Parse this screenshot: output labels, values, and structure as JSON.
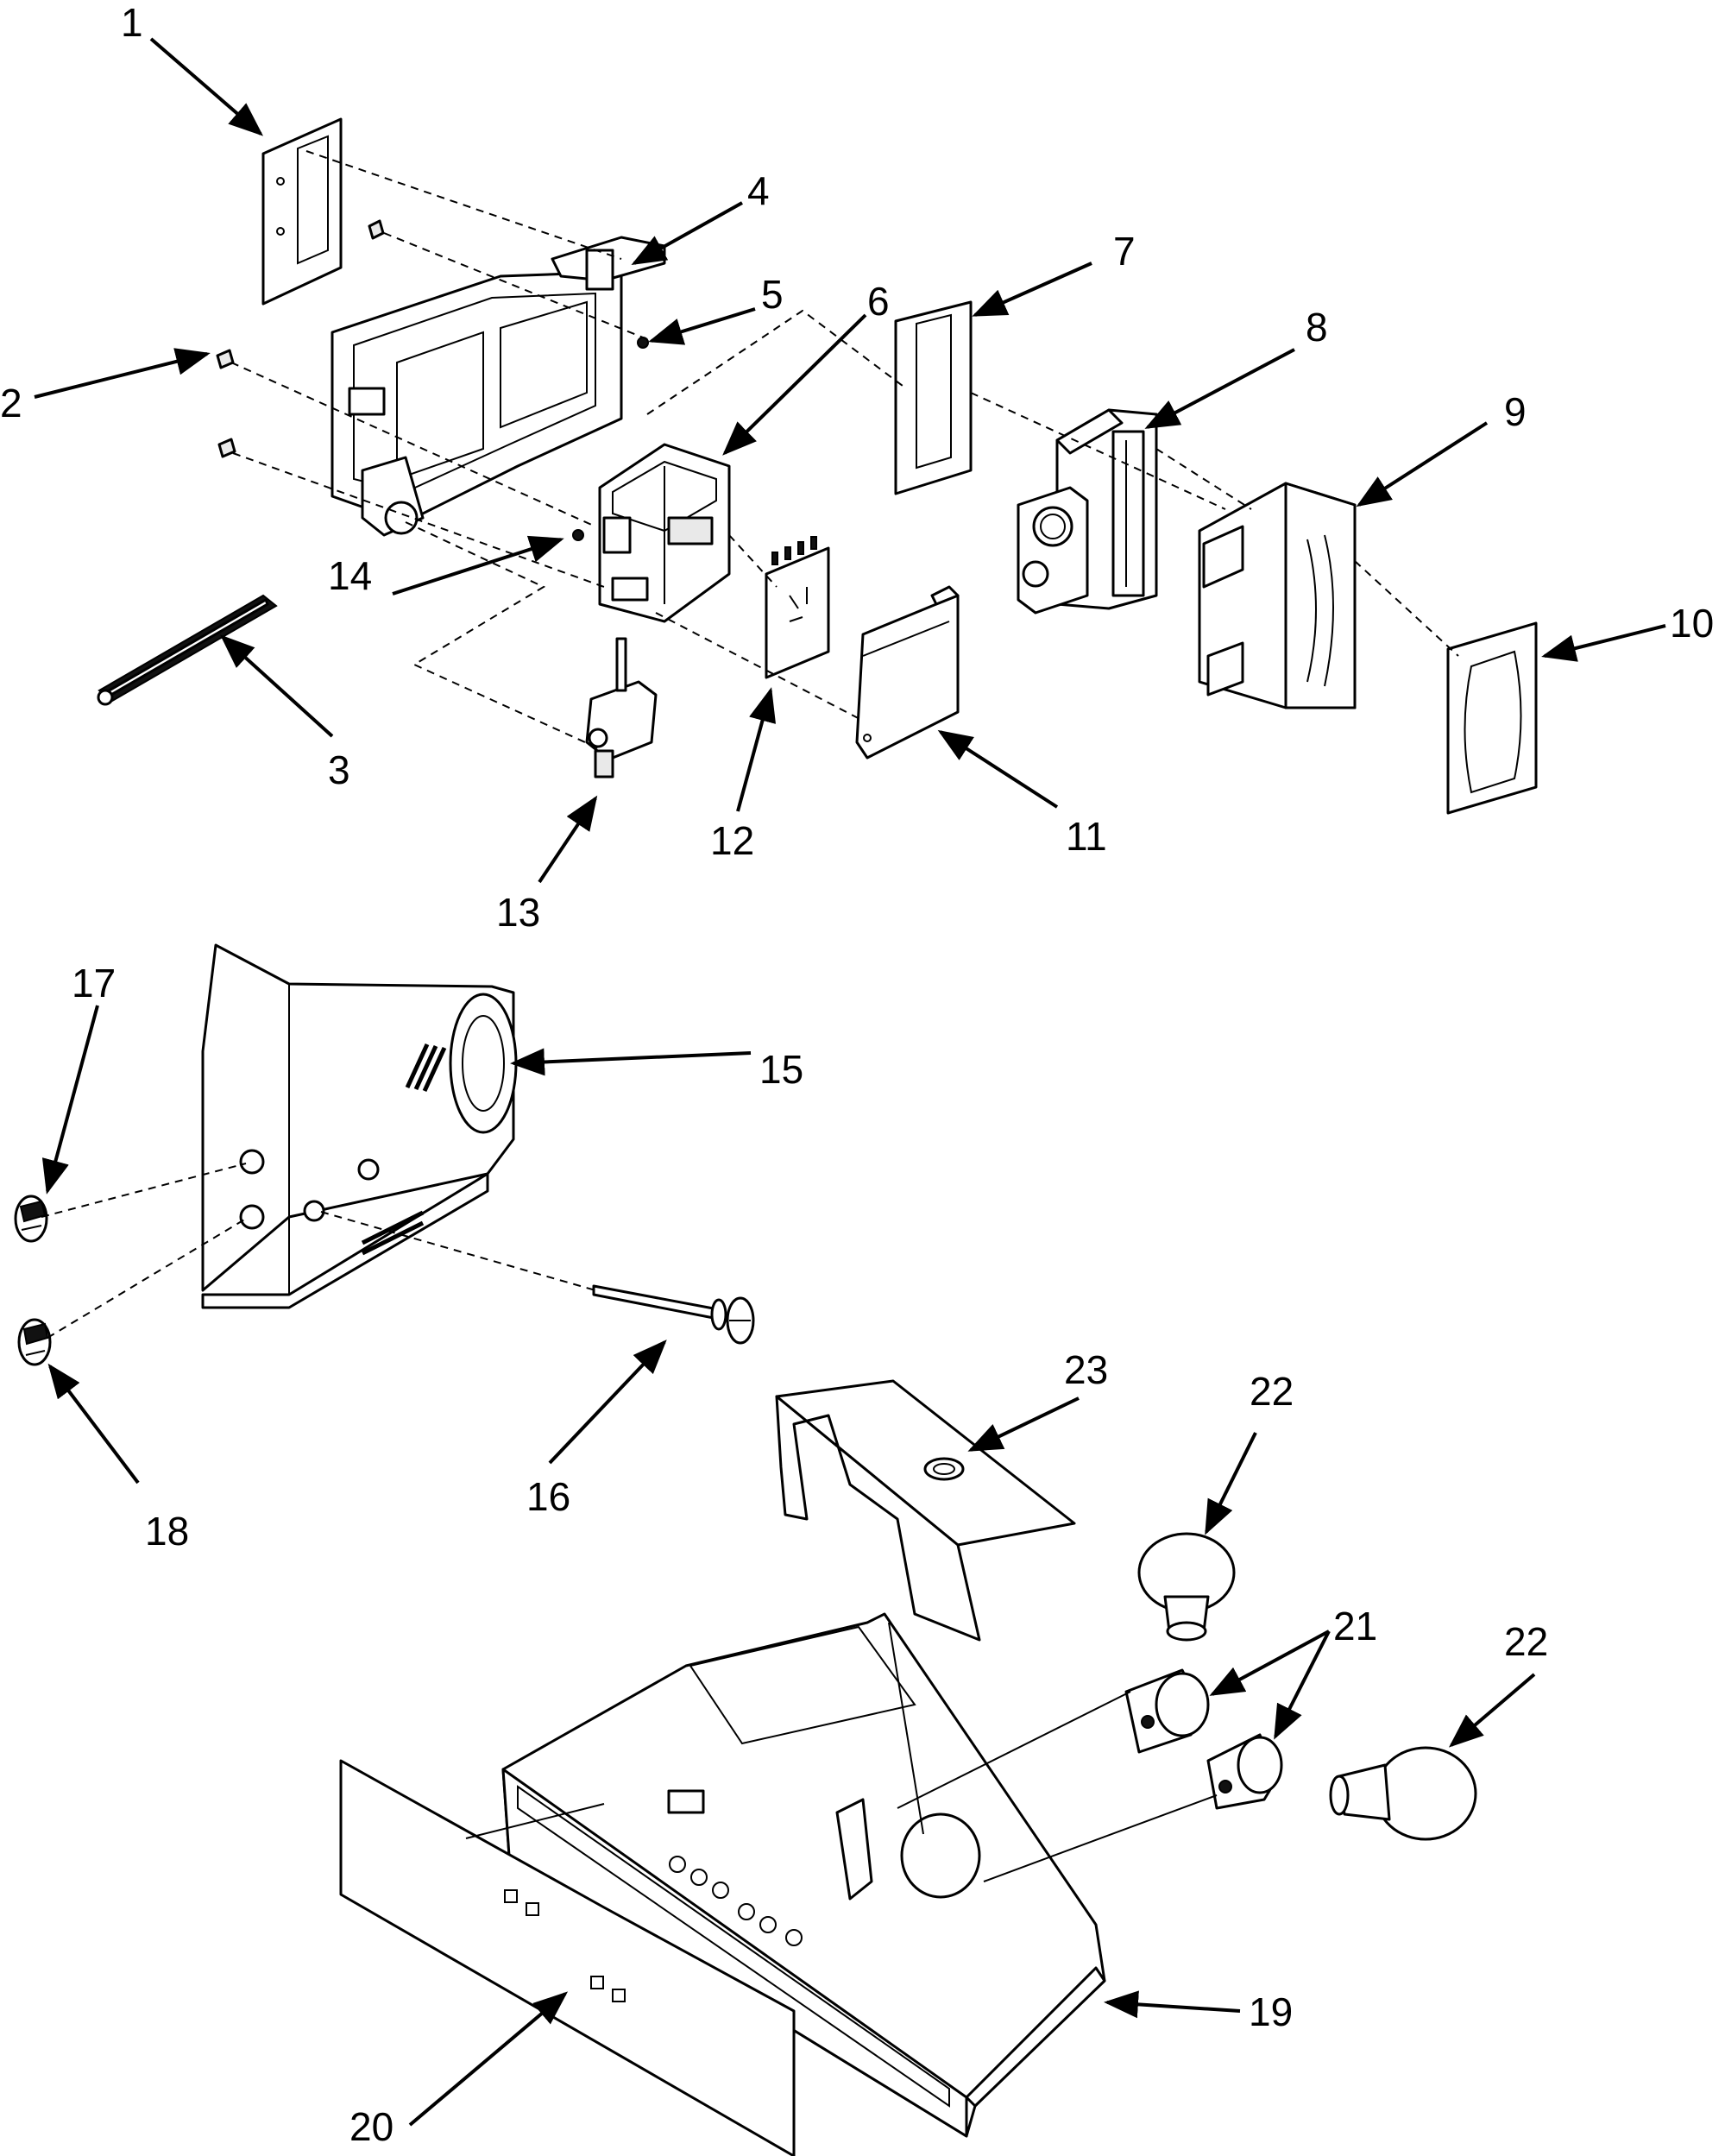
{
  "callouts": {
    "c1": "1",
    "c2": "2",
    "c3": "3",
    "c4": "4",
    "c5": "5",
    "c6": "6",
    "c7": "7",
    "c8": "8",
    "c9": "9",
    "c10": "10",
    "c11": "11",
    "c12": "12",
    "c13": "13",
    "c14": "14",
    "c15": "15",
    "c16": "16",
    "c17": "17",
    "c18": "18",
    "c19": "19",
    "c20": "20",
    "c21": "21",
    "c22a": "22",
    "c22b": "22",
    "c23": "23"
  }
}
